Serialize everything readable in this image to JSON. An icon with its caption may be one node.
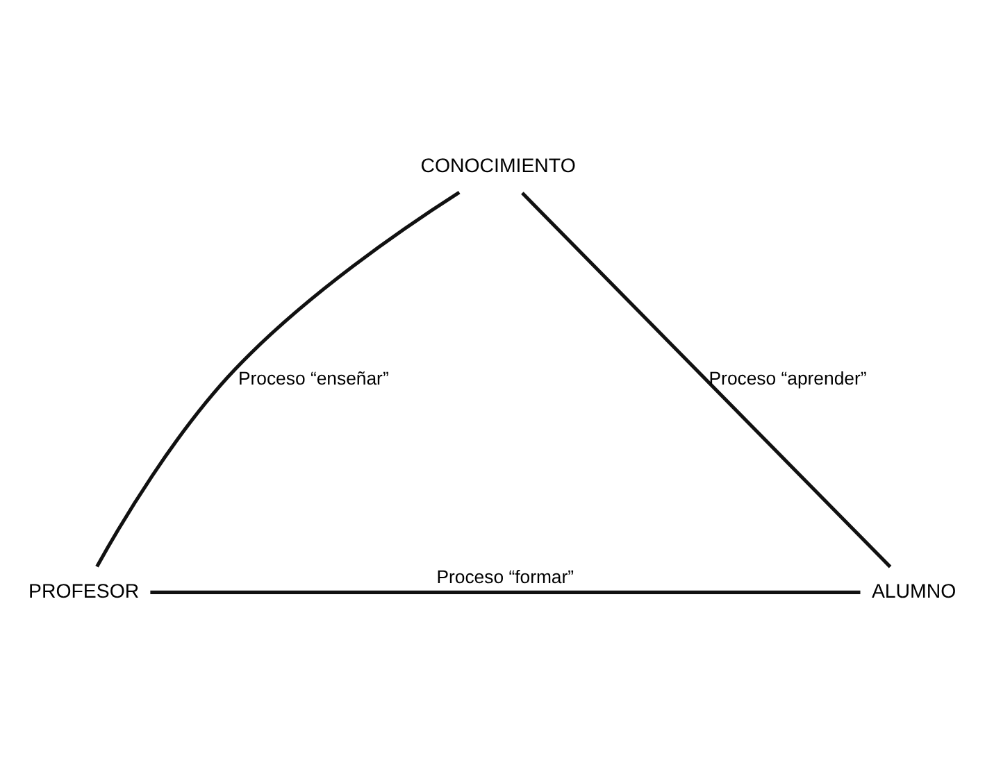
{
  "diagram": {
    "nodes": [
      {
        "text": [
          "CONOCIMIENTO"
        ]
      },
      {
        "text": [
          "PROFESOR"
        ]
      },
      {
        "text": [
          "ALUMNO"
        ]
      }
    ],
    "edges": [
      {
        "from": 1,
        "to": 0,
        "arrow": "none",
        "label": "Proceso “enseñar”"
      },
      {
        "from": 0,
        "to": 2,
        "arrow": "none",
        "label": "Proceso “aprender”"
      },
      {
        "from": 1,
        "to": 2,
        "arrow": "none",
        "label": "Proceso “formar”"
      }
    ]
  }
}
